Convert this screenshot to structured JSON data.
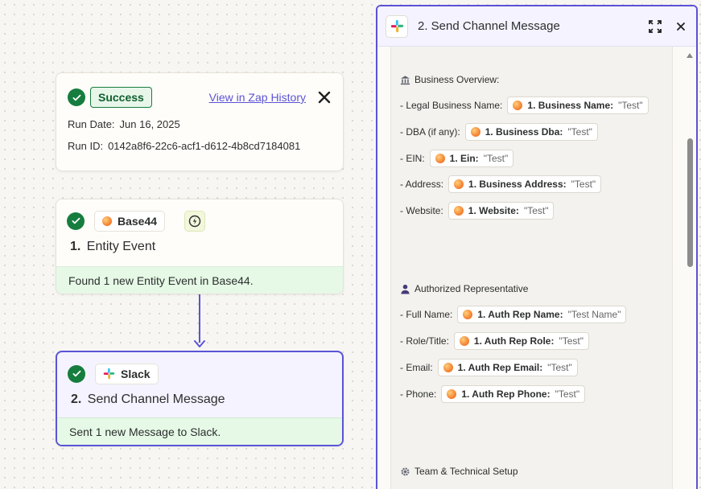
{
  "run": {
    "status": "Success",
    "history_link": "View in Zap History",
    "date_label": "Run Date:",
    "date_value": "Jun 16, 2025",
    "id_label": "Run ID:",
    "id_value": "0142a8f6-22c6-acf1-d612-4b8cd7184081"
  },
  "steps": [
    {
      "app": "Base44",
      "number": "1.",
      "title": "Entity Event",
      "footer": "Found 1 new Entity Event in Base44."
    },
    {
      "app": "Slack",
      "number": "2.",
      "title": "Send Channel Message",
      "footer": "Sent 1 new Message to Slack."
    }
  ],
  "panel": {
    "title": "2. Send Channel Message",
    "sections": [
      {
        "icon": "bank-icon",
        "heading": "Business Overview:"
      },
      {
        "icon": "person-icon",
        "heading": "Authorized Representative"
      },
      {
        "icon": "gear-icon",
        "heading": "Team & Technical Setup"
      }
    ],
    "lines": [
      {
        "label": "- Legal Business Name:",
        "field": "1. Business Name:",
        "value": "\"Test\""
      },
      {
        "label": "- DBA (if any):",
        "field": "1. Business Dba:",
        "value": "\"Test\""
      },
      {
        "label": "- EIN:",
        "field": "1. Ein:",
        "value": "\"Test\""
      },
      {
        "label": "- Address:",
        "field": "1. Business Address:",
        "value": "\"Test\""
      },
      {
        "label": "- Website:",
        "field": "1. Website:",
        "value": "\"Test\""
      },
      {
        "label": "- Full Name:",
        "field": "1. Auth Rep Name:",
        "value": "\"Test Name\""
      },
      {
        "label": "- Role/Title:",
        "field": "1. Auth Rep Role:",
        "value": "\"Test\""
      },
      {
        "label": "- Email:",
        "field": "1. Auth Rep Email:",
        "value": "\"Test\""
      },
      {
        "label": "- Phone:",
        "field": "1. Auth Rep Phone:",
        "value": "\"Test\""
      }
    ]
  },
  "colors": {
    "accent": "#5b53d6",
    "success": "#167d3e",
    "footer_bg": "#e5f9e6"
  }
}
